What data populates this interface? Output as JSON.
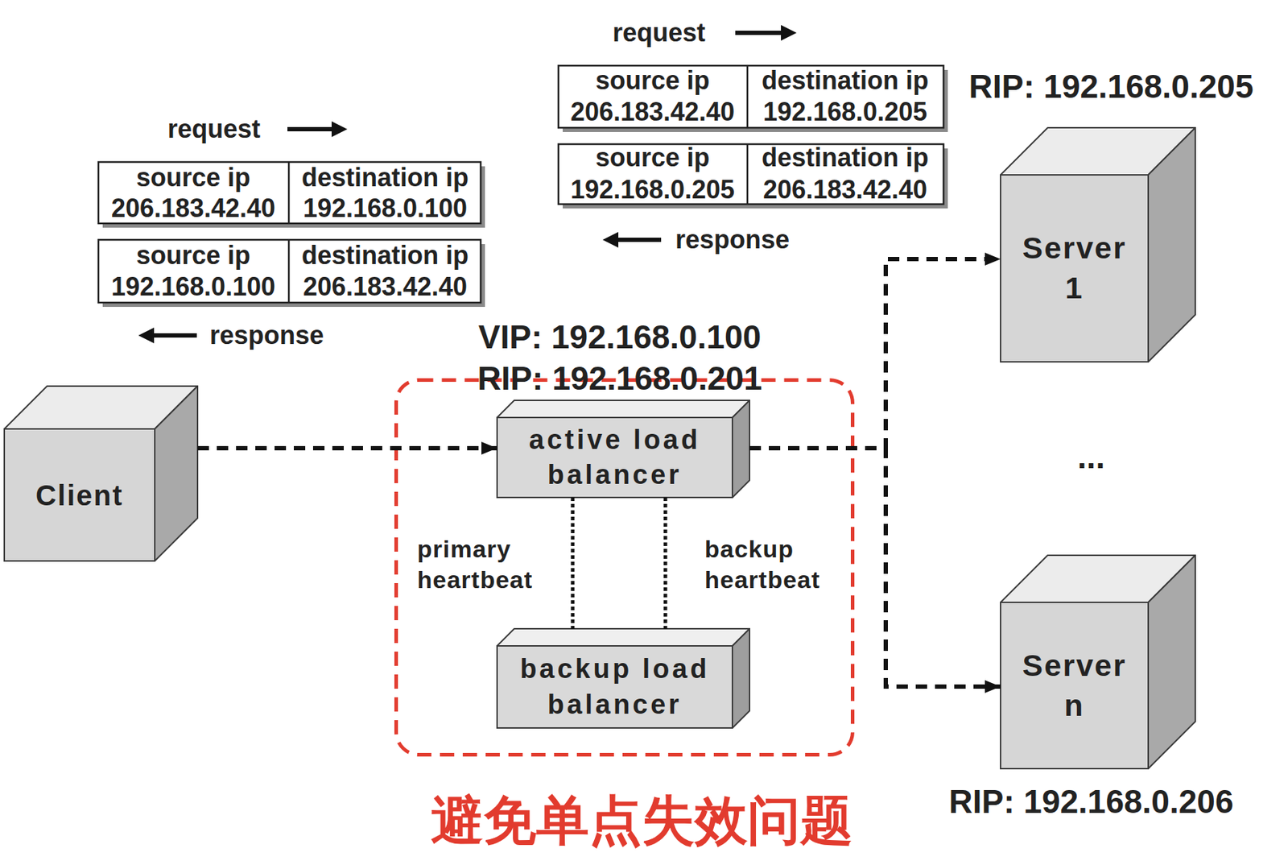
{
  "diagram": {
    "nodes": [
      {
        "text": [
          "Client"
        ]
      },
      {
        "text": [
          "避免单点失效问题"
        ]
      },
      {
        "text": [
          "active load balancer"
        ],
        "in": 1
      },
      {
        "text": [
          "backup load balancer"
        ],
        "in": 1
      },
      {
        "text": [
          "Server 1"
        ]
      },
      {
        "text": [
          "Server n"
        ]
      }
    ],
    "edges": [
      {
        "from": 0,
        "to": 2,
        "arrow": "to"
      },
      {
        "from": 2,
        "to": 4,
        "arrow": "to"
      },
      {
        "from": 2,
        "to": 5,
        "arrow": "to"
      },
      {
        "from": 2,
        "to": 3,
        "arrow": "none",
        "label": "primary heartbeat"
      },
      {
        "from": 2,
        "to": 3,
        "arrow": "none",
        "label": "backup heartbeat"
      }
    ],
    "labels": [
      "request",
      "source ip",
      "destination ip",
      "206.183.42.40",
      "192.168.0.205",
      "source ip",
      "destination ip",
      "192.168.0.205",
      "206.183.42.40",
      "response",
      "RIP: 192.168.0.205",
      "request",
      "source ip",
      "destination ip",
      "206.183.42.40",
      "192.168.0.100",
      "source ip",
      "destination ip",
      "192.168.0.100",
      "206.183.42.40",
      "response",
      "VIP: 192.168.0.100",
      "RIP: 192.168.0.201",
      "...",
      "RIP: 192.168.0.206"
    ]
  }
}
